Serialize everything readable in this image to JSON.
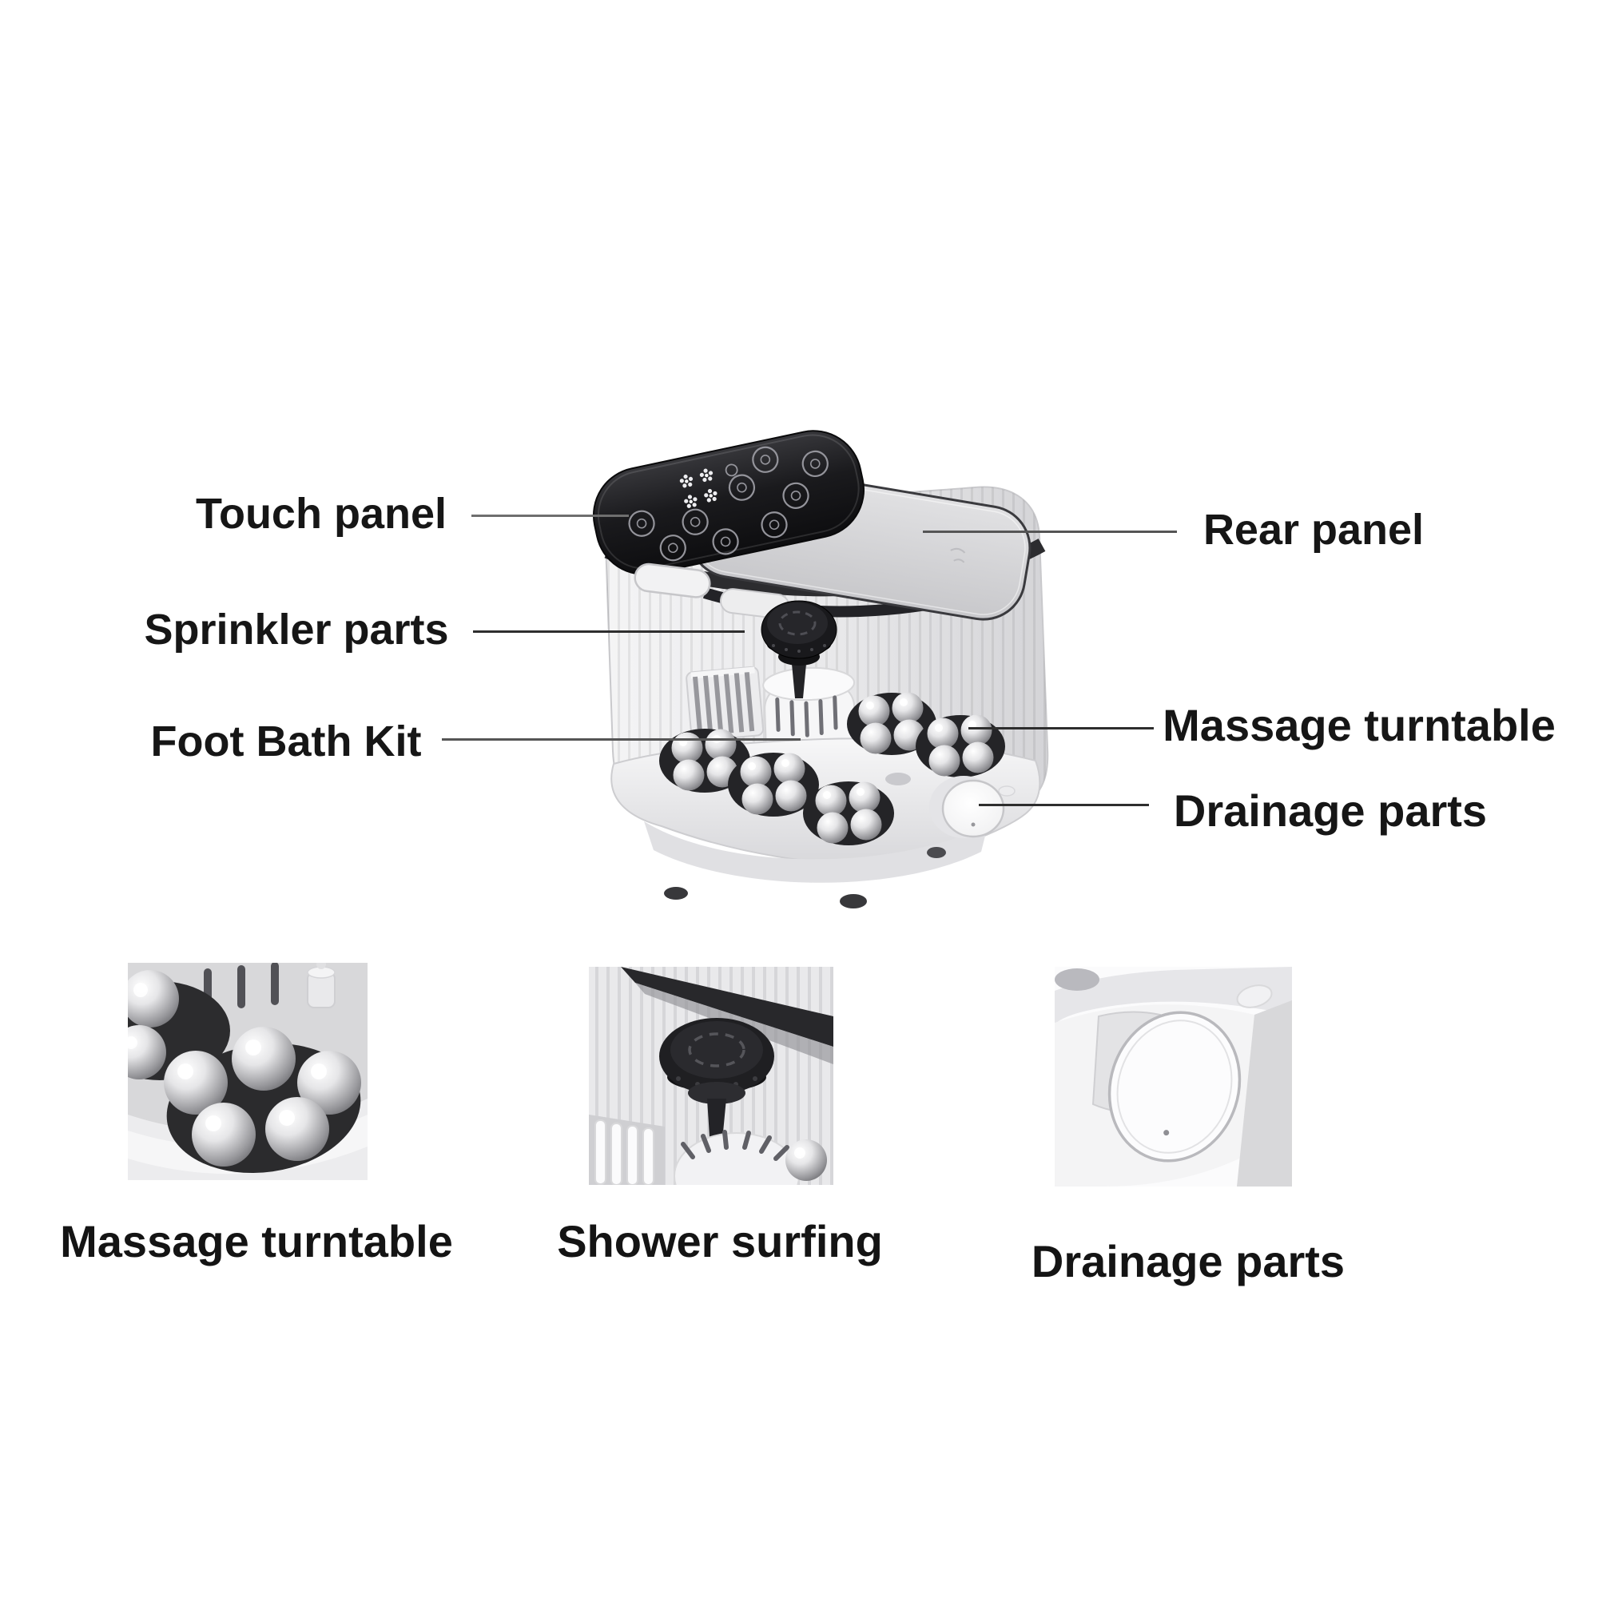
{
  "page": {
    "background": "#ffffff"
  },
  "callouts": {
    "touch_panel": "Touch panel",
    "rear_panel": "Rear panel",
    "sprinkler_parts": "Sprinkler parts",
    "foot_bath_kit": "Foot Bath Kit",
    "massage_turntable": "Massage turntable",
    "drainage_parts": "Drainage parts"
  },
  "gallery": [
    {
      "caption": "Massage turntable"
    },
    {
      "caption": "Shower surfing"
    },
    {
      "caption": "Drainage parts"
    }
  ],
  "colors": {
    "label_text": "#161616",
    "leader_line_gray": "#6f6f6f",
    "leader_line_dark": "#2e2e2e",
    "panel_dark": "#1a1a1d",
    "body_gray": "#e9e9eb",
    "lid_gray": "#d3d3d6",
    "turntable_dark": "#2a2a2d",
    "metal_ball": "#c9c9cc"
  },
  "illustrations": {
    "product": "foot-bath-massager-render",
    "thumb_1": "massage-turntable-closeup",
    "thumb_2": "shower-sprinkler-closeup",
    "thumb_3": "drainage-knob-closeup"
  }
}
